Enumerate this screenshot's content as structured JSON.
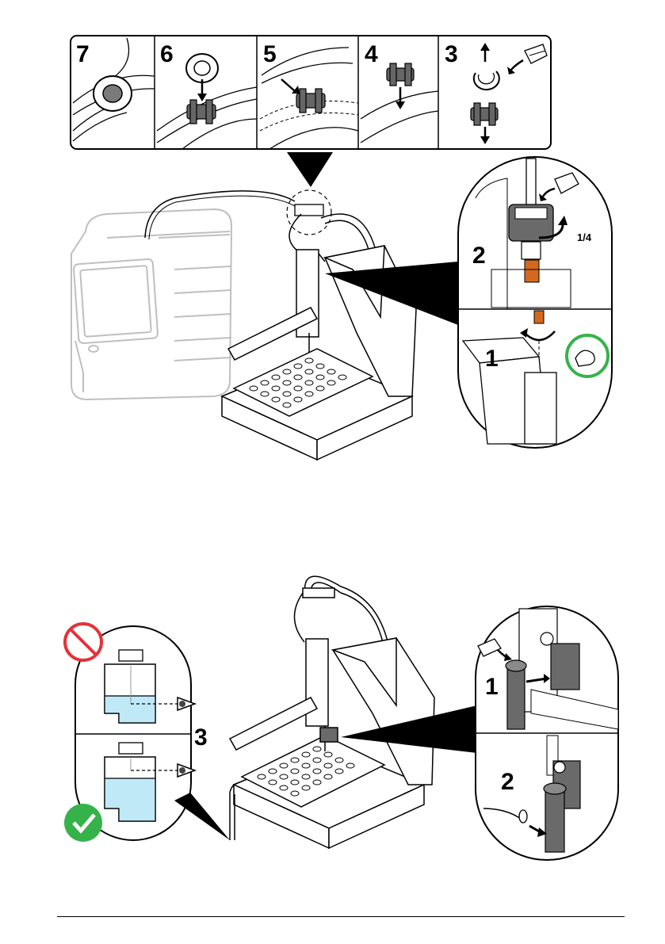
{
  "figure_top": {
    "strip_steps": [
      "7",
      "6",
      "5",
      "4",
      "3"
    ],
    "detail_steps": [
      "2",
      "1"
    ],
    "rotation_label": "1/4"
  },
  "figure_bottom": {
    "bottle_step": "3",
    "probe_steps": [
      "1",
      "2"
    ]
  },
  "colors": {
    "line": "#000000",
    "part_gray": "#606060",
    "light_gray": "#bfbfbf",
    "probe_orange": "#d2691e",
    "liquid": "#bfe9f7",
    "ok_green": "#35b34a",
    "no_red": "#e53238"
  }
}
